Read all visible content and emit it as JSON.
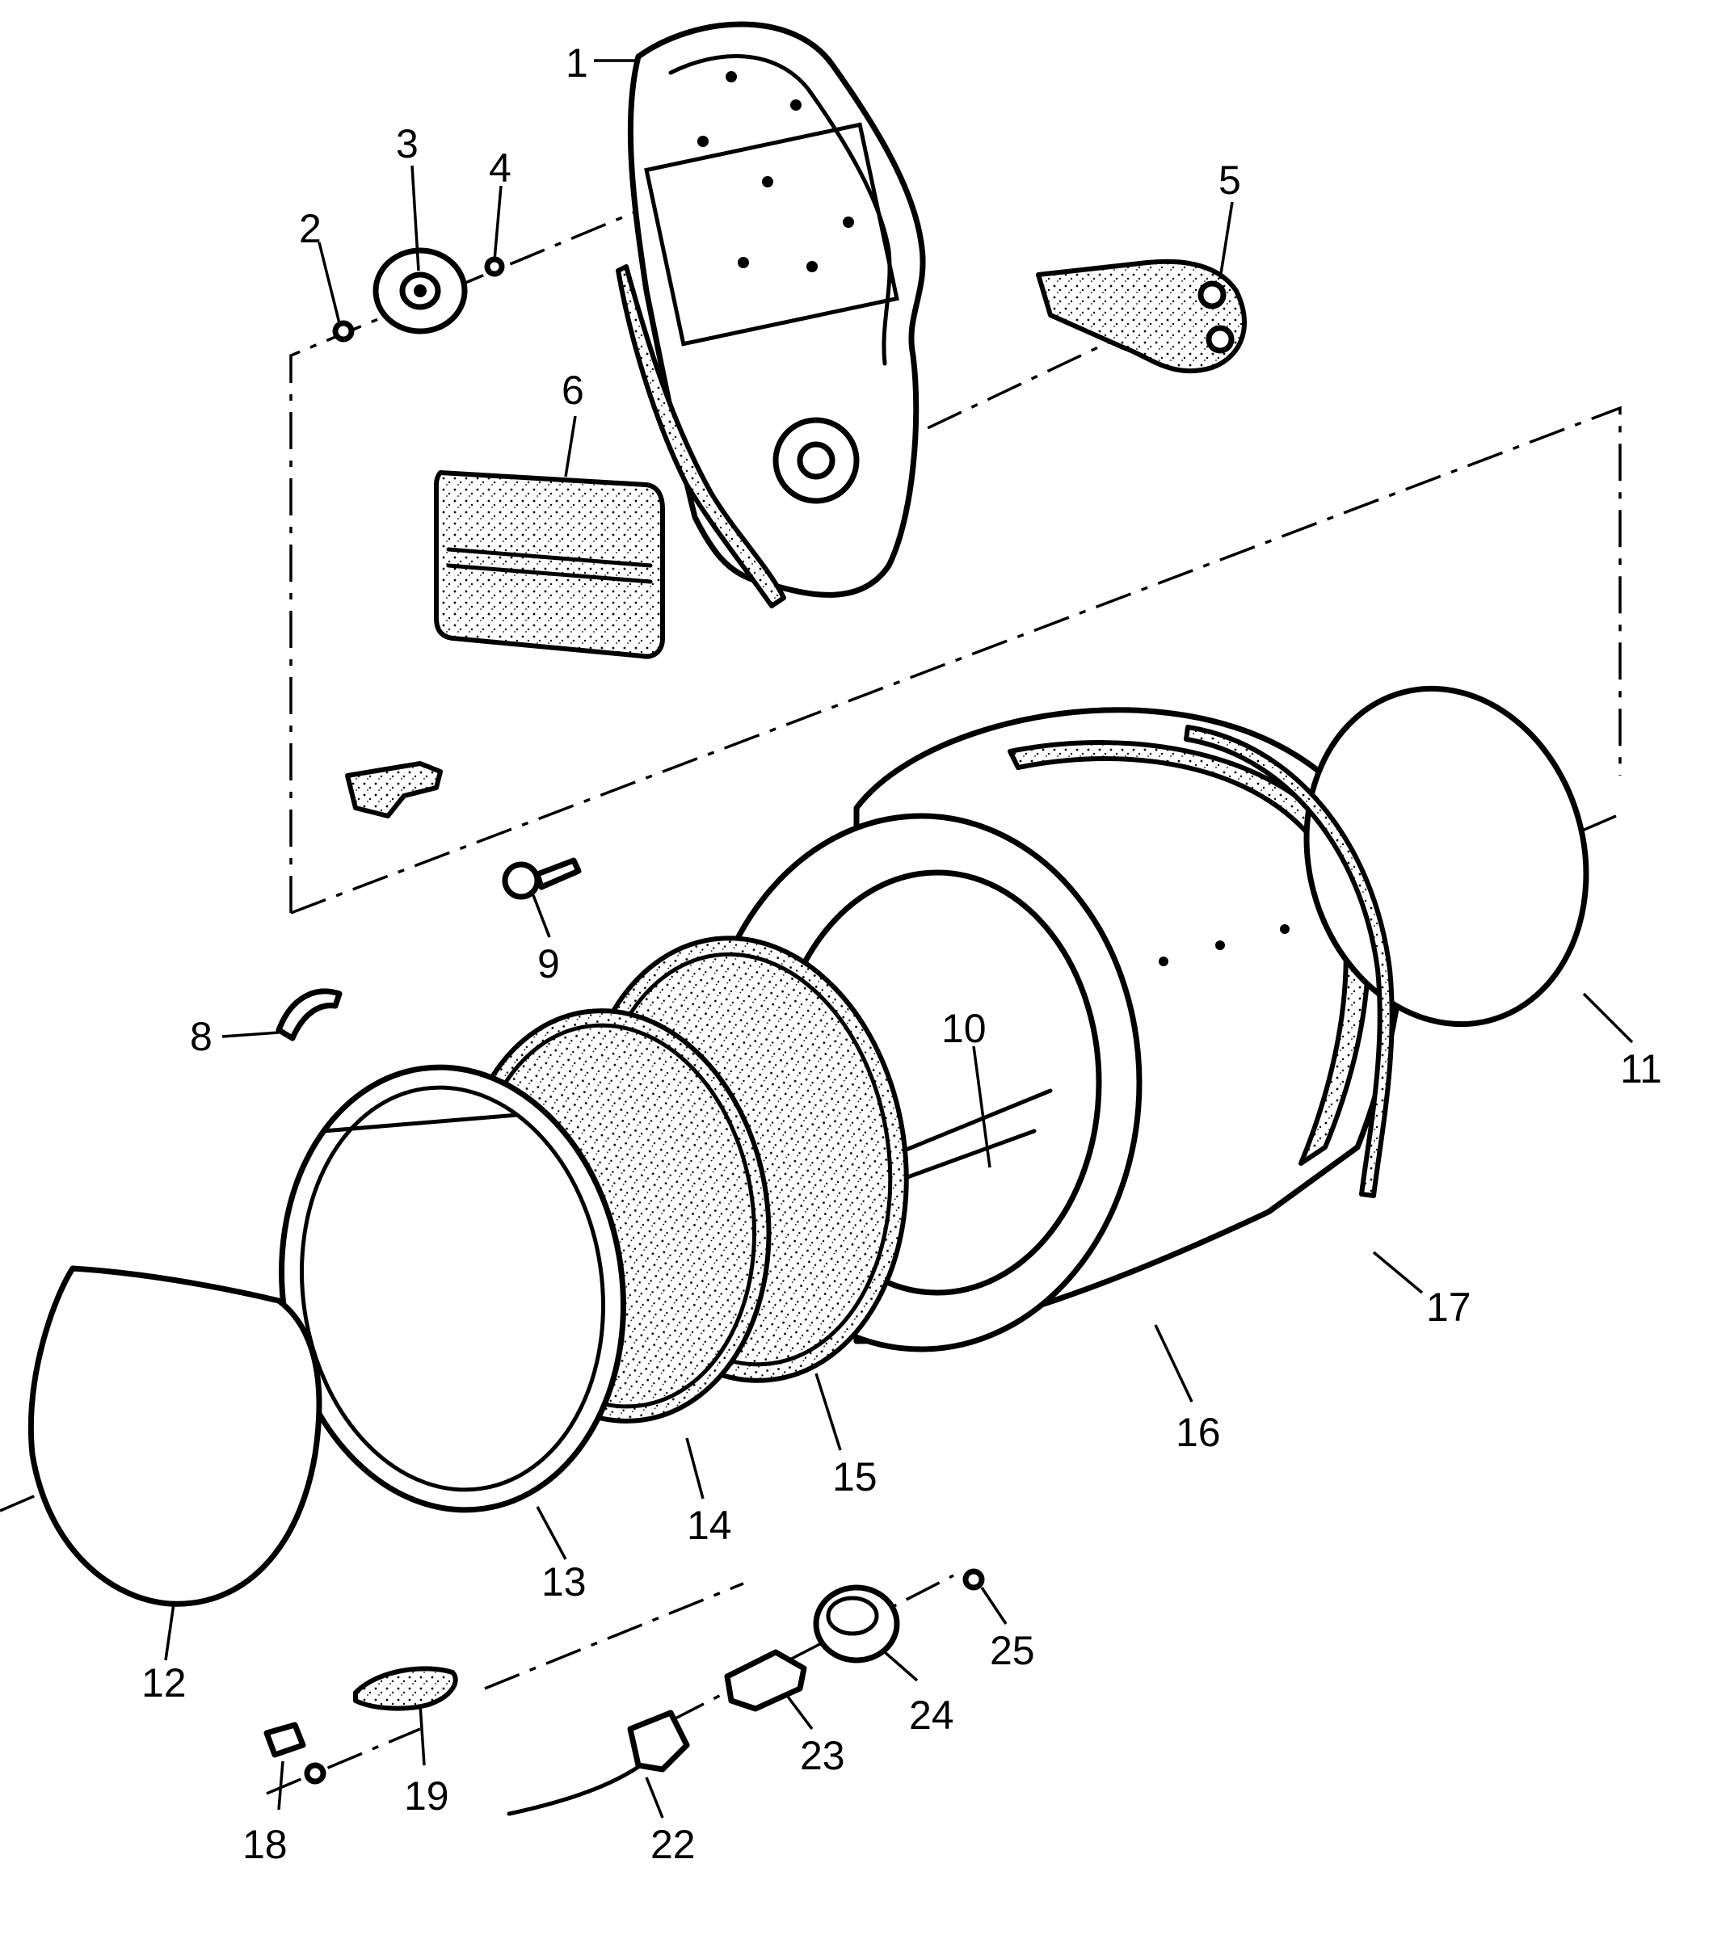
{
  "diagram": {
    "type": "exploded-parts-view",
    "callouts": [
      {
        "id": "1",
        "label": "1"
      },
      {
        "id": "2",
        "label": "2"
      },
      {
        "id": "3",
        "label": "3"
      },
      {
        "id": "4",
        "label": "4"
      },
      {
        "id": "5",
        "label": "5"
      },
      {
        "id": "6",
        "label": "6"
      },
      {
        "id": "8",
        "label": "8"
      },
      {
        "id": "9",
        "label": "9"
      },
      {
        "id": "10",
        "label": "10"
      },
      {
        "id": "11",
        "label": "11"
      },
      {
        "id": "12",
        "label": "12"
      },
      {
        "id": "13",
        "label": "13"
      },
      {
        "id": "14",
        "label": "14"
      },
      {
        "id": "15",
        "label": "15"
      },
      {
        "id": "16",
        "label": "16"
      },
      {
        "id": "17",
        "label": "17"
      },
      {
        "id": "18",
        "label": "18"
      },
      {
        "id": "19",
        "label": "19"
      },
      {
        "id": "22",
        "label": "22"
      },
      {
        "id": "23",
        "label": "23"
      },
      {
        "id": "24",
        "label": "24"
      },
      {
        "id": "25",
        "label": "25"
      }
    ]
  },
  "colors": {
    "ink": "#000000",
    "paper": "#ffffff"
  }
}
